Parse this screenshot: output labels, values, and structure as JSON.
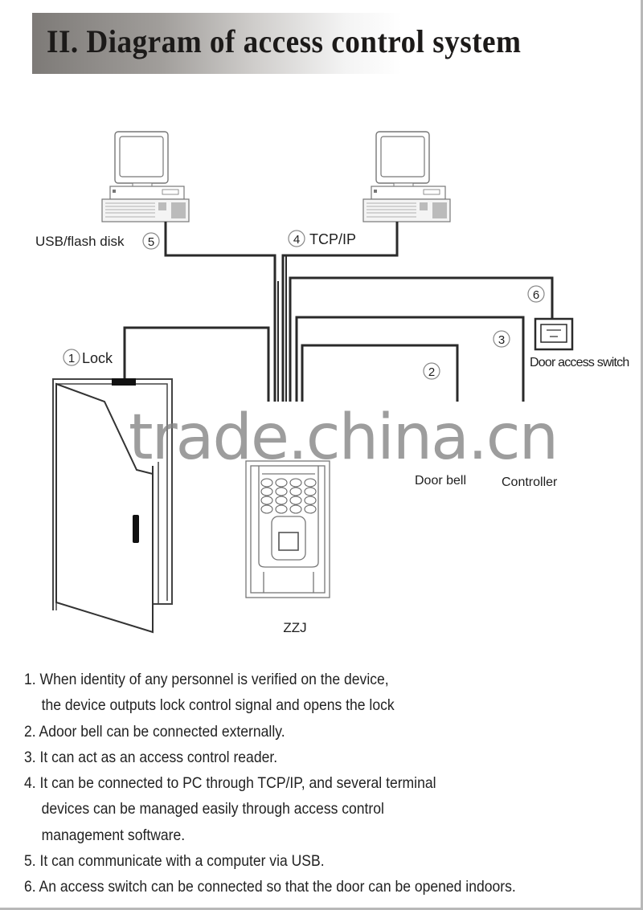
{
  "header": {
    "title": "II. Diagram of access control system"
  },
  "diagram": {
    "nodes": {
      "pc_left": {
        "label": "USB/flash disk",
        "marker": "5"
      },
      "pc_right": {
        "label": "TCP/IP",
        "marker": "4"
      },
      "lock": {
        "label": "Lock",
        "marker": "1"
      },
      "door_bell": {
        "label": "Door bell",
        "marker": "2"
      },
      "controller": {
        "label": "Controller",
        "marker": "3"
      },
      "door_access_switch": {
        "label": "Door access switch",
        "marker": "6"
      },
      "device": {
        "label": "ZZJ"
      }
    },
    "watermark": "trade.china.cn"
  },
  "notes": [
    {
      "lines": [
        "1. When identity of any personnel is verified on the device,",
        "the device outputs lock control signal and opens the lock"
      ]
    },
    {
      "lines": [
        "2. Adoor bell can be connected externally."
      ]
    },
    {
      "lines": [
        "3. It can act as an access control reader."
      ]
    },
    {
      "lines": [
        "4. It can be connected to PC through TCP/IP, and several terminal",
        "devices can be managed easily through  access control",
        "management software."
      ]
    },
    {
      "lines": [
        "5. It can communicate with a computer via USB."
      ]
    },
    {
      "lines": [
        "6. An access switch can be connected so that the door can be opened indoors."
      ]
    }
  ]
}
